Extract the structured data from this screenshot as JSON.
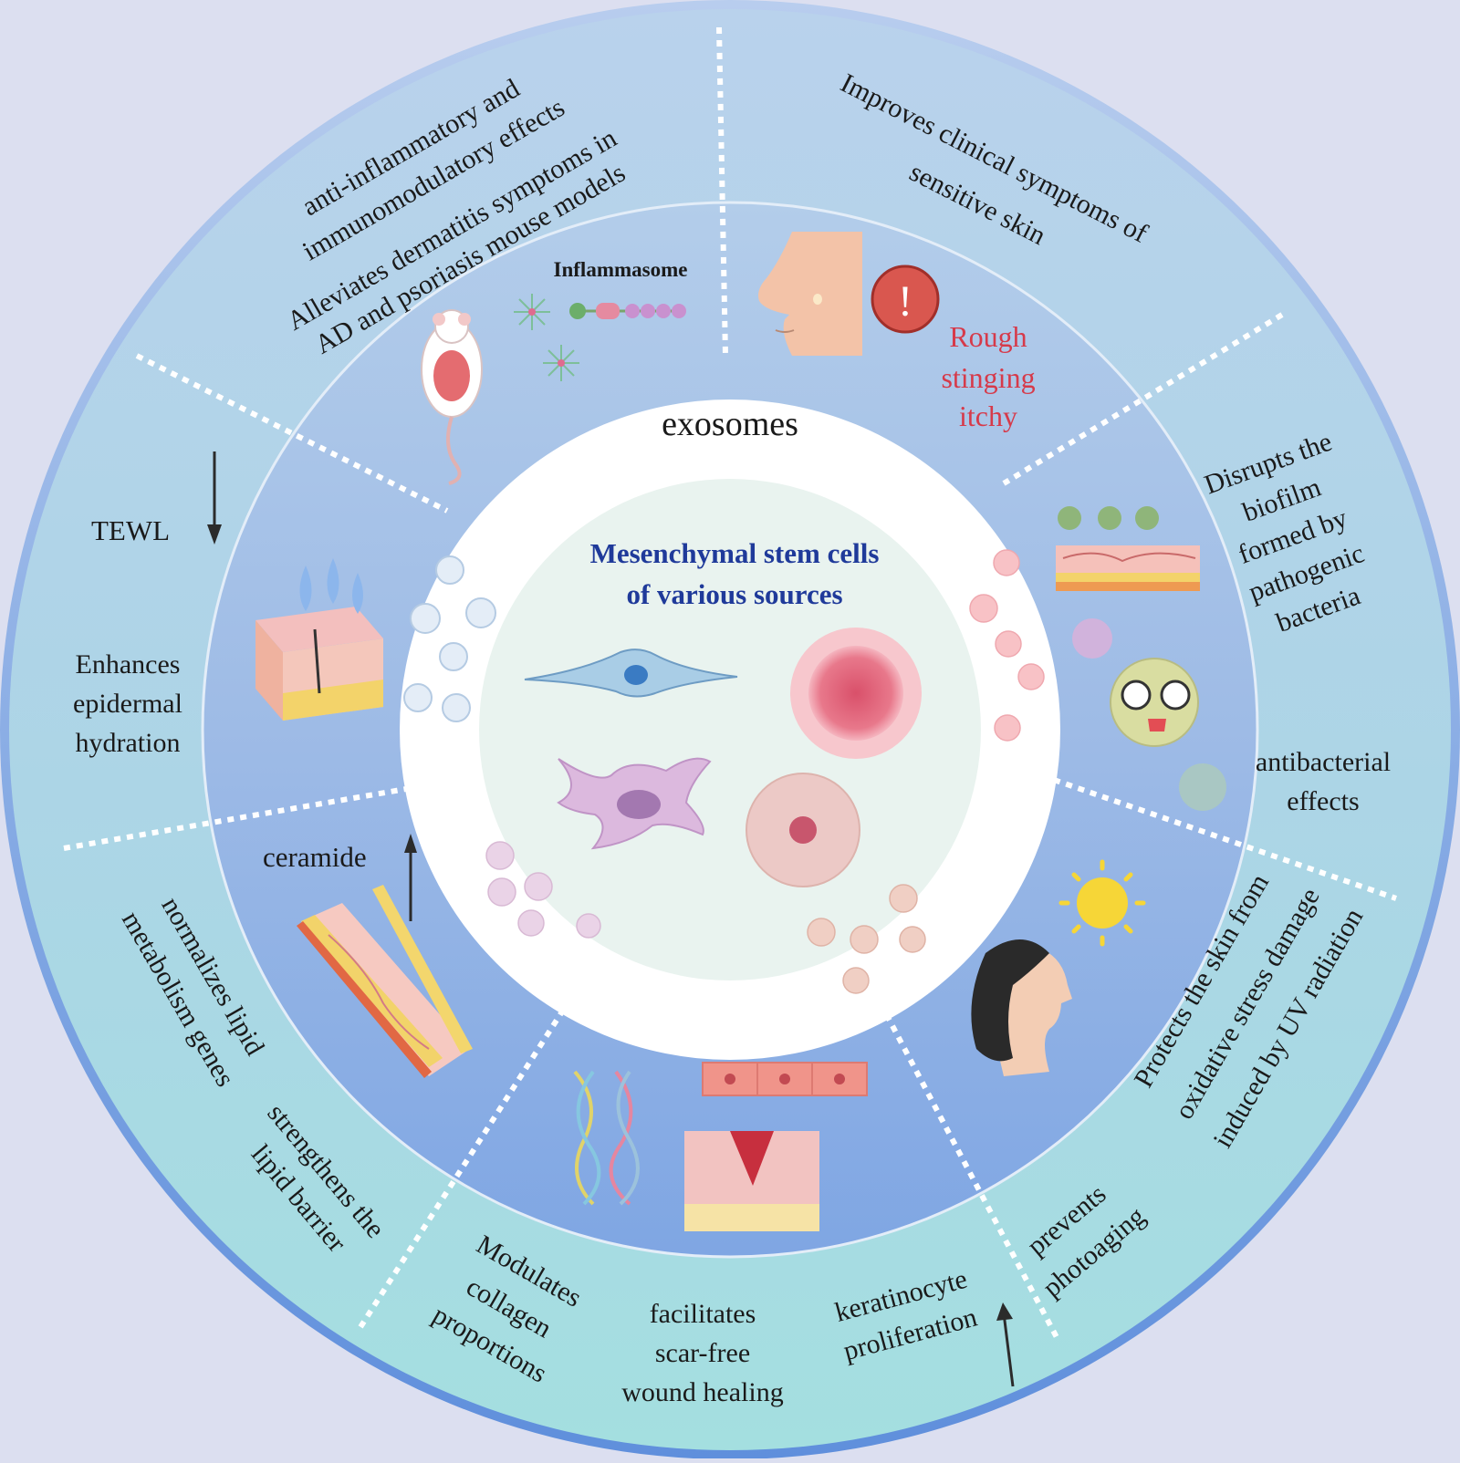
{
  "center": {
    "exosomes_label": "exosomes",
    "title_line1": "Mesenchymal stem cells",
    "title_line2": "of various sources"
  },
  "top_left": {
    "outer_line1": "anti-inflammatory and",
    "outer_line2": "immunomodulatory effects",
    "outer_line3": "Alleviates dermatitis symptoms in",
    "outer_line4": "AD and psoriasis mouse models",
    "inflammasome_label": "Inflammasome"
  },
  "top_right": {
    "outer_line1": "Improves clinical symptoms of",
    "outer_line2": "sensitive skin",
    "symptom1": "Rough",
    "symptom2": "stinging",
    "symptom3": "itchy",
    "alert_glyph": "!"
  },
  "right": {
    "biofilm_line1": "Disrupts the",
    "biofilm_line2": "biofilm",
    "biofilm_line3": "formed by",
    "biofilm_line4": "pathogenic",
    "biofilm_line5": "bacteria",
    "antibacterial_line1": "antibacterial",
    "antibacterial_line2": "effects"
  },
  "bottom_right": {
    "uv_line1": "Protects the skin from",
    "uv_line2": "oxidative stress damage",
    "uv_line3": "induced by UV radiation",
    "photo_line1": "prevents",
    "photo_line2": "photoaging"
  },
  "bottom": {
    "collagen_line1": "Modulates",
    "collagen_line2": "collagen",
    "collagen_line3": "proportions",
    "wound_line1": "facilitates",
    "wound_line2": "scar-free",
    "wound_line3": "wound healing",
    "kera_line1": "keratinocyte",
    "kera_line2": "proliferation"
  },
  "bottom_left": {
    "lipid_line1": "normalizes lipid",
    "lipid_line2": "metabolism genes",
    "barrier_line1": "strengthens the",
    "barrier_line2": "lipid barrier",
    "ceramide_label": "ceramide"
  },
  "left": {
    "tewl_label": "TEWL",
    "hydration_line1": "Enhances",
    "hydration_line2": "epidermal",
    "hydration_line3": "hydration"
  },
  "colors": {
    "background": "#dcdff0",
    "title_blue": "#1f3a9a",
    "symptom_red": "#d63a4a",
    "outer_ring": "#a8dde0",
    "middle_ring": "#9cb9e6",
    "text_dark": "#1a1a1a"
  },
  "icons": [
    "mouse-icon",
    "inflammasome-icon",
    "nose-icon",
    "alert-icon",
    "skin-biofilm-icon",
    "bacteria-icon",
    "sun-icon",
    "face-profile-icon",
    "collagen-icon",
    "keratinocyte-icon",
    "wound-icon",
    "skin-layers-icon",
    "lipid-barrier-icon",
    "arrow-down-icon",
    "arrow-up-icon",
    "stem-cell-icon",
    "exosome-icon"
  ]
}
